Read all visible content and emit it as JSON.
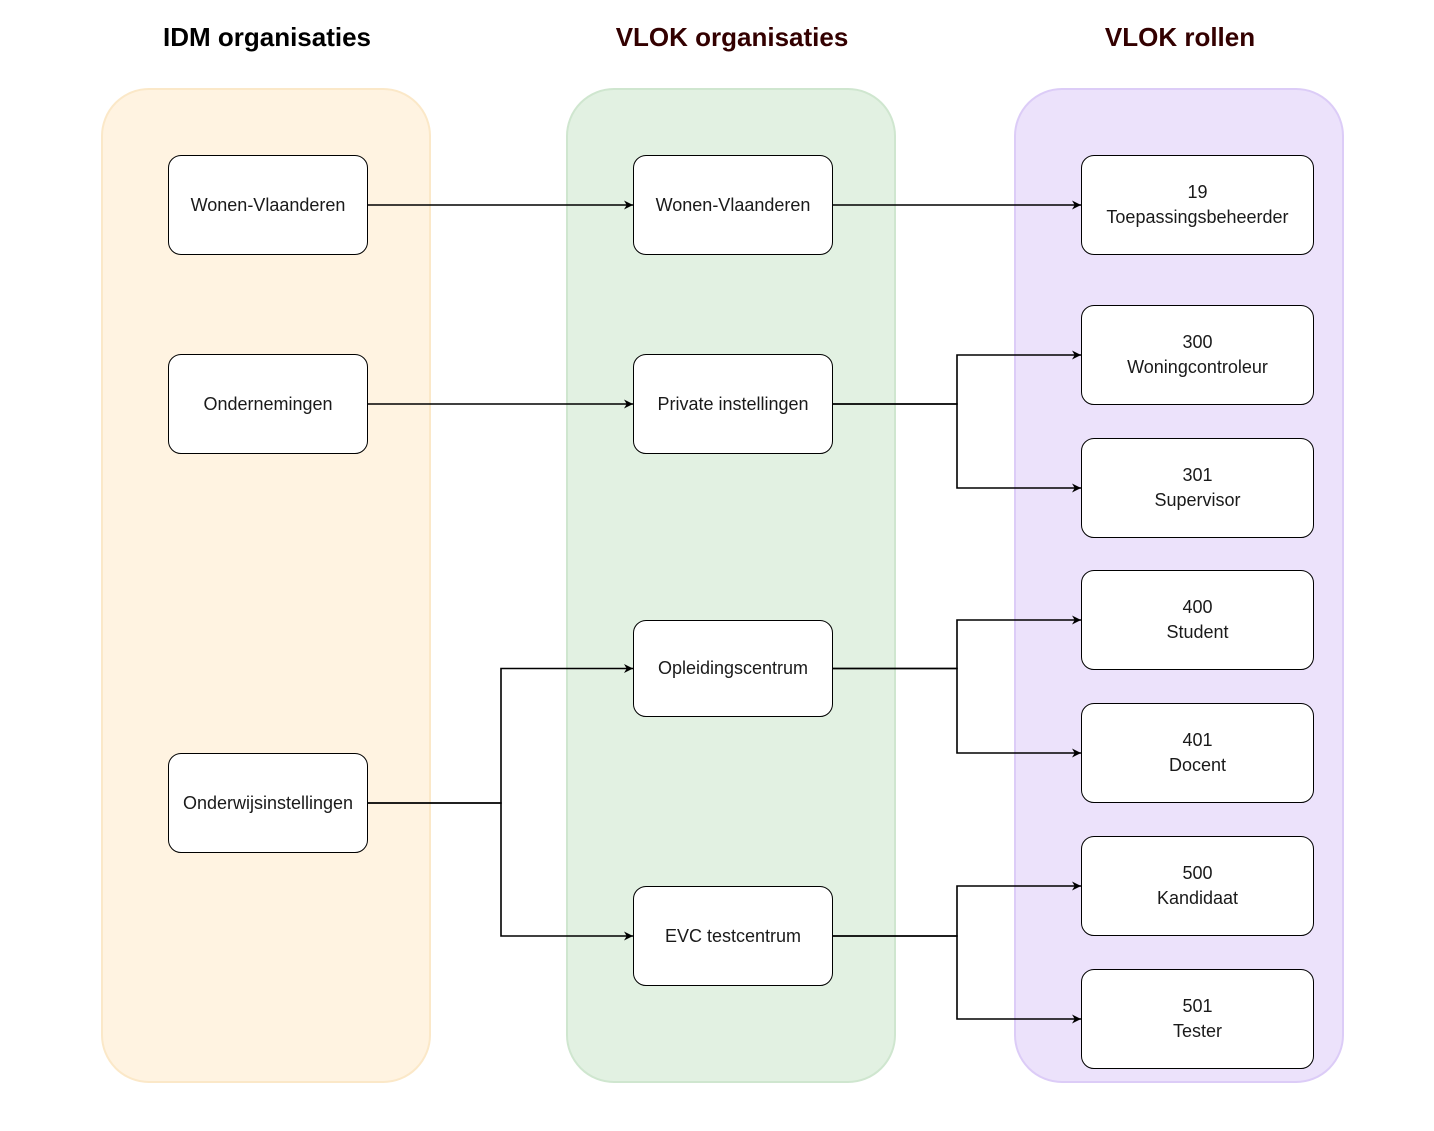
{
  "columns": {
    "idm": {
      "title": "IDM organisaties",
      "color": "#000000"
    },
    "vlok_orgs": {
      "title": "VLOK organisaties",
      "color": "#330000"
    },
    "vlok_roles": {
      "title": "VLOK rollen",
      "color": "#330000"
    }
  },
  "idm_nodes": [
    {
      "id": "idm-wonen",
      "label": "Wonen-Vlaanderen"
    },
    {
      "id": "idm-ondernemingen",
      "label": "Ondernemingen"
    },
    {
      "id": "idm-onderwijs",
      "label": "Onderwijsinstellingen"
    }
  ],
  "org_nodes": [
    {
      "id": "org-wonen",
      "label": "Wonen-Vlaanderen"
    },
    {
      "id": "org-private",
      "label": "Private instellingen"
    },
    {
      "id": "org-opleiding",
      "label": "Opleidingscentrum"
    },
    {
      "id": "org-evc",
      "label": "EVC testcentrum"
    }
  ],
  "role_nodes": [
    {
      "id": "role-19",
      "code": "19",
      "label": "Toepassingsbeheerder"
    },
    {
      "id": "role-300",
      "code": "300",
      "label": "Woningcontroleur"
    },
    {
      "id": "role-301",
      "code": "301",
      "label": "Supervisor"
    },
    {
      "id": "role-400",
      "code": "400",
      "label": "Student"
    },
    {
      "id": "role-401",
      "code": "401",
      "label": "Docent"
    },
    {
      "id": "role-500",
      "code": "500",
      "label": "Kandidaat"
    },
    {
      "id": "role-501",
      "code": "501",
      "label": "Tester"
    }
  ],
  "edges": [
    {
      "from": "idm-wonen",
      "to": "org-wonen"
    },
    {
      "from": "idm-ondernemingen",
      "to": "org-private"
    },
    {
      "from": "idm-onderwijs",
      "to": "org-opleiding"
    },
    {
      "from": "idm-onderwijs",
      "to": "org-evc"
    },
    {
      "from": "org-wonen",
      "to": "role-19"
    },
    {
      "from": "org-private",
      "to": "role-300"
    },
    {
      "from": "org-private",
      "to": "role-301"
    },
    {
      "from": "org-opleiding",
      "to": "role-400"
    },
    {
      "from": "org-opleiding",
      "to": "role-401"
    },
    {
      "from": "org-evc",
      "to": "role-500"
    },
    {
      "from": "org-evc",
      "to": "role-501"
    }
  ]
}
